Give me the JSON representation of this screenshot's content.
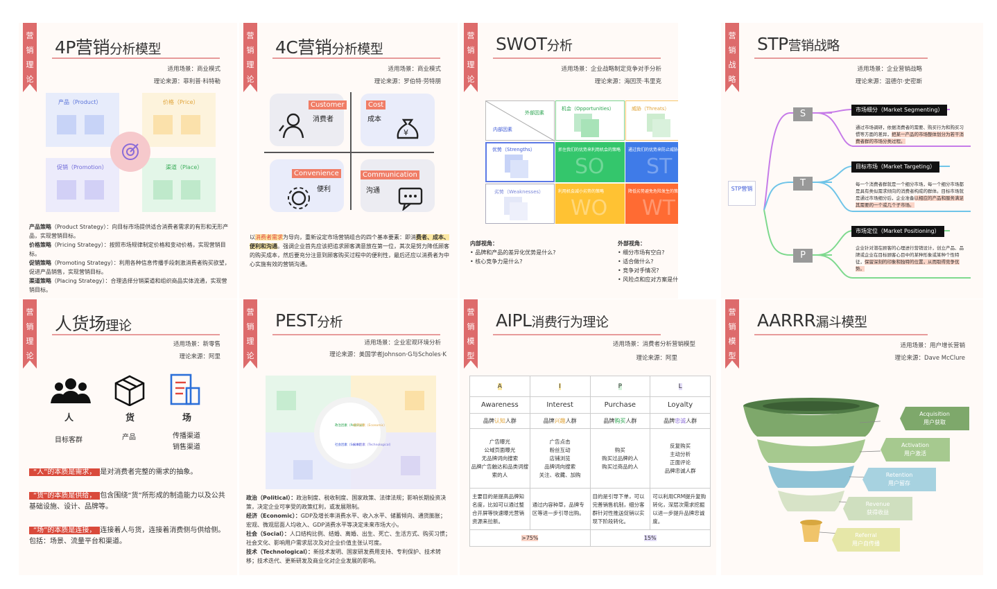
{
  "cards": {
    "c4p": {
      "ribbon": "营销理论",
      "title_main": "4P营销",
      "title_suffix": "分析模型",
      "scene": "适用场景：商业模式",
      "source": "理论来源：菲利普·科特勒",
      "quads": [
        "产品（Product）",
        "价格（Price）",
        "促销（Promotion）",
        "渠道（Place）"
      ],
      "lines": [
        {
          "k": "产品策略",
          "v": "（Product Strategy）：向目标市场提供适合消费者需求的有形和无形产品，实现营销目标。"
        },
        {
          "k": "价格策略",
          "v": "（Pricing Strategy）：按照市场规律制定价格和变动价格，实现营销目标。"
        },
        {
          "k": "促销策略",
          "v": "（Promoting Strategy）：利用各种信息传播手段刺激消费者购买欲望，促进产品销售，实现营销目标。"
        },
        {
          "k": "渠道策略",
          "v": "（Placing Strategy）：合理选择分销渠道和组织商品实体流通，实现营销目标。"
        }
      ]
    },
    "c4c": {
      "ribbon": "营销理论",
      "title_main": "4C营销",
      "title_suffix": "分析模型",
      "scene": "适用场景：商业模式",
      "source": "理论来源：罗伯特·劳特朋",
      "items": [
        {
          "en": "Customer",
          "cn": "消费者"
        },
        {
          "en": "Cost",
          "cn": "成本"
        },
        {
          "en": "Convenience",
          "cn": "便利"
        },
        {
          "en": "Communication",
          "cn": "沟通"
        }
      ],
      "desc_a": "以",
      "desc_b": "消费者需求",
      "desc_c": "为导向，重新设定市场营销组合的四个基本要素：即消",
      "desc_d": "费者、成本、便利和沟通",
      "desc_e": "。强调企业首先应该把追求顾客满意放在第一位，其次是努力降低顾客的购买成本，然后要充分注意到顾客购买过程中的便利性，最后还应以消费者为中心实施有效的营销沟通。"
    },
    "swot": {
      "ribbon": "营销理论",
      "title_main": "SWOT",
      "title_suffix": "分析",
      "scene": "适用场景：企业战略制定竞争对手分析",
      "source": "理论来源：海因茨·韦里克",
      "corner_top": "外部因素",
      "corner_bottom": "内部因素",
      "opp": "机会（Opportunities）",
      "threat": "威胁（Threats）",
      "strength": "优势（Strengths）",
      "weak": "劣势（Weaknesses）",
      "so_txt": "抓住我们的优势来利用机会的策略",
      "st_txt": "通过我们的优势来防止威胁的策略",
      "wo_txt": "利用机会减小劣势的策略",
      "wt_txt": "降低劣势避免危险发生的策略",
      "so": "SO",
      "st": "ST",
      "wo": "WO",
      "wt": "WT",
      "inner_title": "内部视角：",
      "inner": [
        "品牌和产品的差异化优势是什么?",
        "核心竞争力是什么?"
      ],
      "outer_title": "外部视角：",
      "outer": [
        "细分市场有空白?",
        "适合做什么?",
        "竞争对手情况?",
        "风险点和应对方案是什么?"
      ]
    },
    "stp": {
      "ribbon": "营销战略",
      "title_main": "STP",
      "title_suffix": "营销战略",
      "scene": "适用场景：企业营销战略",
      "source": "理论来源：温德尔·史密斯",
      "center": "STP营销",
      "letters": [
        "S",
        "T",
        "P"
      ],
      "heads": [
        "市场细分（Market Segmenting）",
        "目标市场（Market Targeting）",
        "市场定位（Market Positioning）"
      ],
      "bodies": [
        {
          "a": "通过市场调研，依据消费者的需要、购买行为和购买习惯等方面的差异，",
          "b": "把某一产品的市场整体划分为若干消费者群的市场分类过程。"
        },
        {
          "a": "每一个消费者群就是一个细分市场，每一个细分市场都是具有类似需求倾向的消费者构成的群体。目标市场就是通过市场细分后，企业准备",
          "b": "以相应的产品和服务满足其需要的一个或几个子市场。"
        },
        {
          "a": "企业针对潜在顾客的心理进行营销设计，创立产品、品牌或企业在目标顾客心目中的某种形象或某种个性特征，",
          "b": "保留深刻的印象和独特的位置，从而取得竞争优势。"
        }
      ]
    },
    "rhc": {
      "ribbon": "营销理论",
      "title_main": "人货场",
      "title_suffix": "理论",
      "scene": "适用场景：新零售",
      "source": "理论来源：阿里",
      "cols": [
        {
          "big": "人",
          "sub": "目标客群"
        },
        {
          "big": "货",
          "sub": "产品"
        },
        {
          "big": "场",
          "sub": "传播渠道\n销售渠道"
        }
      ],
      "p1_h": "“人”的本质是需求，",
      "p1_t": "是对消费者完整的需求的抽象。",
      "p2_h": "“货”的本质是供给，",
      "p2_t": "包含围绕“货”所形成的制造能力以及公共基础设施、设计、品牌等。",
      "p3_h": "“场”的本质是连接，",
      "p3_t": "连接着人与货，连接着消费侧与供给侧。包括：场景、流量平台和渠道。"
    },
    "pest": {
      "ribbon": "营销理论",
      "title_main": "PEST",
      "title_suffix": "分析",
      "scene": "适用场景：企业宏观环境分析",
      "source": "理论来源：美国学者Johnson·G与Scholes·K",
      "ring": [
        "政治因素（Political）",
        "经济因素（Economic）",
        "社会因素（Social）",
        "技术因素（Technological）"
      ],
      "lines": [
        {
          "k": "政治（Political）：",
          "v": "政治制度、税收制度、国家政策、法律法规；影响长期投资决策，决定企业可享受的政策红利，或发展限制。"
        },
        {
          "k": "经济（Economic）：",
          "v": "GDP及增长率消费水平、收入水平、储蓄倾向、通货膨胀；宏观、微观层面人均收入、GDP消费水平等决定未来市场大小。"
        },
        {
          "k": "社会（Social）：",
          "v": "人口结构比例、结婚、离婚、出生、死亡、生活方式、购买习惯；社会文化、影响用户需求层次及对企业价值主张认可度。"
        },
        {
          "k": "技术（Technological）：",
          "v": "新技术发明、国家研发费用支持、专利保护、技术转移；技术迭代、更新研发及商业化对企业发展的影响。"
        }
      ]
    },
    "aipl": {
      "ribbon": "营销模型",
      "title_main": "AIPL",
      "title_suffix": "消费行为理论",
      "scene": "适用场景：消费者分析营销模型",
      "source": "理论来源：阿里",
      "letters": [
        "A",
        "I",
        "P",
        "L"
      ],
      "names": [
        "Awareness",
        "Interest",
        "Purchase",
        "Loyalty"
      ],
      "crowd": [
        {
          "a": "品牌",
          "b": "认知",
          "c": "人群"
        },
        {
          "a": "品牌",
          "b": "兴趣",
          "c": "人群"
        },
        {
          "a": "品牌",
          "b": "购买",
          "c": "人群"
        },
        {
          "a": "品牌",
          "b": "忠诚",
          "c": "人群"
        }
      ],
      "acts": [
        "广告曝光\n公域页面曝光\n无品牌词向搜索\n品牌广告触达和品类词搜索的人",
        "广告点击\n粉丝互动\n店铺浏览\n品牌词向搜索\n关注、收藏、加购",
        "购买\n购买过品牌的人\n购买过商品的人",
        "反复购买\n主动分析\n正面评论\n品牌忠诚人群"
      ],
      "goals": [
        "主要目的是提高品牌知名度，比如可以通过整合开屏等快速曝光营销资源来拉新。",
        "通过内容种草，品牌专区等进一步引导出购。",
        "目的是引导下单，可以完善销售机制，细分客群针对性推送促销以实现下阶段转化。",
        "可以利用CRM提升复购转化，深层次需求挖掘以进一步提升品牌忠诚度。"
      ],
      "rate1": ">75%",
      "rate2": "15%"
    },
    "aarrr": {
      "ribbon": "营销模型",
      "title_main": "AARRR",
      "title_suffix": "漏斗模型",
      "scene": "适用场景：用户增长营销",
      "source": "理论来源：Dave McClure",
      "stages": [
        {
          "en": "Acquisition",
          "cn": "用户获取"
        },
        {
          "en": "Activation",
          "cn": "用户激活"
        },
        {
          "en": "Retention",
          "cn": "用户留存"
        },
        {
          "en": "Revenue",
          "cn": "获得收益"
        },
        {
          "en": "Referral",
          "cn": "用户自传播"
        }
      ]
    }
  },
  "colors": {
    "ribbon": "#dd6b6b",
    "accent": "#e0463b",
    "highlight": "#fde9a4"
  }
}
